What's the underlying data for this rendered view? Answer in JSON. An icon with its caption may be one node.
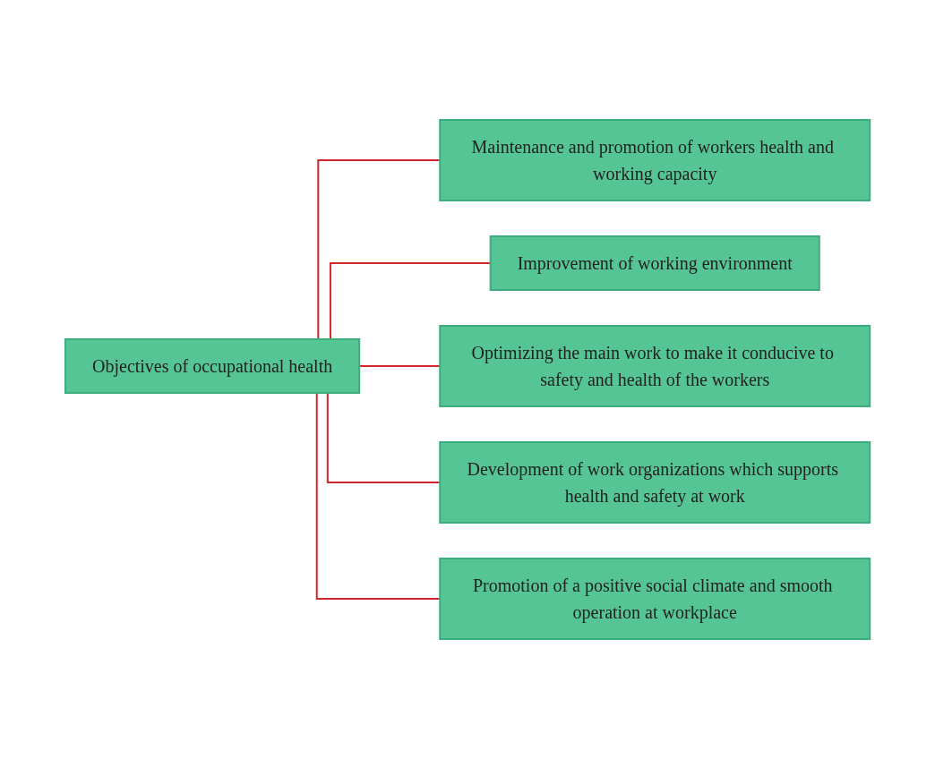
{
  "diagram": {
    "nodes": [
      {
        "text": [
          "Objectives of occupational health"
        ]
      },
      {
        "text": [
          "Maintenance and promotion of workers health and working capacity"
        ]
      },
      {
        "text": [
          "Improvement of working environment"
        ]
      },
      {
        "text": [
          "Optimizing the main work to make it conducive to safety and health of the workers"
        ]
      },
      {
        "text": [
          "Development of work organizations which supports health and safety at work"
        ]
      },
      {
        "text": [
          "Promotion of a positive social climate and smooth operation at workplace"
        ]
      }
    ],
    "edges": [
      {
        "from": 0,
        "to": 1,
        "arrow": "none"
      },
      {
        "from": 0,
        "to": 2,
        "arrow": "none"
      },
      {
        "from": 0,
        "to": 3,
        "arrow": "none"
      },
      {
        "from": 0,
        "to": 4,
        "arrow": "none"
      },
      {
        "from": 0,
        "to": 5,
        "arrow": "none"
      }
    ]
  }
}
